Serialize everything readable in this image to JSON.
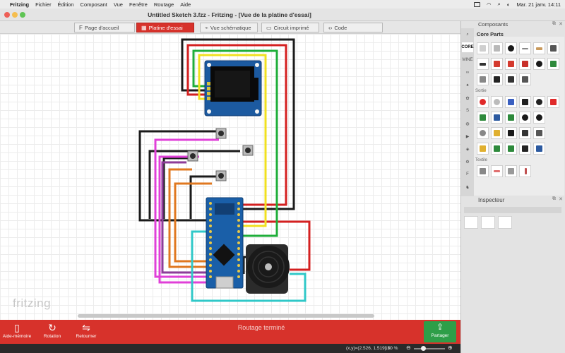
{
  "menubar": {
    "app_name": "Fritzing",
    "menus": [
      "Fichier",
      "Édition",
      "Composant",
      "Vue",
      "Fenêtre",
      "Routage",
      "Aide"
    ],
    "datetime": "Mar. 21 janv.  14:11"
  },
  "window": {
    "title": "Untitled Sketch 3.fzz - Fritzing - [Vue de la platine d'essai]"
  },
  "view_tabs": [
    {
      "label": "Page d'accueil",
      "icon": "F"
    },
    {
      "label": "Platine d'essai",
      "icon": "▦",
      "active": true
    },
    {
      "label": "Vue schématique",
      "icon": "⌁"
    },
    {
      "label": "Circuit imprimé",
      "icon": "▭"
    },
    {
      "label": "Code",
      "icon": "‹›"
    }
  ],
  "canvas": {
    "watermark": "fritzing"
  },
  "bottom_toolbar": {
    "tools": [
      {
        "label": "Aide-mémoire",
        "icon": "note-icon"
      },
      {
        "label": "Rotation",
        "icon": "rotate-icon"
      },
      {
        "label": "Retourner",
        "icon": "flip-icon"
      }
    ],
    "status": "Routage terminé",
    "share_label": "Partager"
  },
  "statusbar": {
    "coords": "(x,y)=(2.526, 1.519) in",
    "zoom": "150 %"
  },
  "parts_panel": {
    "header": "Composants",
    "bin_title": "Core Parts",
    "bin_tabs": [
      "CORE",
      "MINE"
    ],
    "sections": [
      "Sortie",
      "Textile"
    ]
  },
  "inspector": {
    "header": "Inspecteur"
  },
  "colors": {
    "accent_red": "#d7322b",
    "share_green": "#2e9e48",
    "arduino_blue": "#1a5fa8",
    "oled_blue": "#1c5aa0"
  }
}
